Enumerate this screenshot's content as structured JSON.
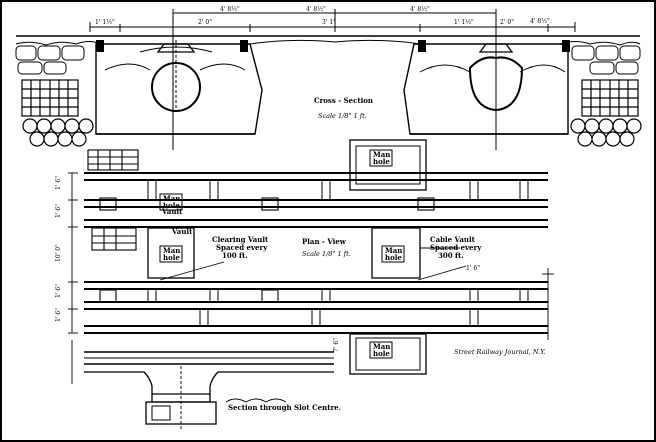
{
  "cross_section": {
    "title": "Cross - Section",
    "scale": "Scale 1/8\" 1 ft."
  },
  "plan_view": {
    "title": "Plan - View",
    "scale": "Scale 1/8\" 1 ft."
  },
  "section_title": "Section through Slot Centre.",
  "vault_labels": {
    "vault_upper": "Vault",
    "vault_left": "Vault",
    "clearing_vault_1": "Clearing Vault",
    "clearing_vault_2": "Spaced every",
    "clearing_vault_3": "100 ft.",
    "cable_vault_1": "Cable Vault",
    "cable_vault_2": "Spaced every",
    "cable_vault_3": "300 ft."
  },
  "manholes": [
    {
      "line1": "Man",
      "line2": "hole"
    },
    {
      "line1": "Man",
      "line2": "hole"
    },
    {
      "line1": "Man",
      "line2": "hole"
    },
    {
      "line1": "Man",
      "line2": "hole"
    },
    {
      "line1": "Man",
      "line2": "hole"
    }
  ],
  "credit": "Street Railway Journal, N.Y.",
  "dimensions": {
    "top_left": "4' 8½\"",
    "top_center_left": "4' 8½\"",
    "top_center_right": "4' 8½\"",
    "top_right": "4' 8½\"",
    "sub_left_1": "1' 1½\"",
    "sub_left_2": "2' 0\"",
    "sub_mid": "3' 1\"",
    "sub_right_1": "1' 1½\"",
    "sub_right_2": "2' 0\"",
    "plan_a": "1' 6\"",
    "plan_b": "1' 6\"",
    "plan_c": "10' 0\"",
    "plan_d": "1' 6\"",
    "plan_e": "1' 6\"",
    "plan_f": "1' 6\"",
    "side_1": "7' 6\""
  }
}
